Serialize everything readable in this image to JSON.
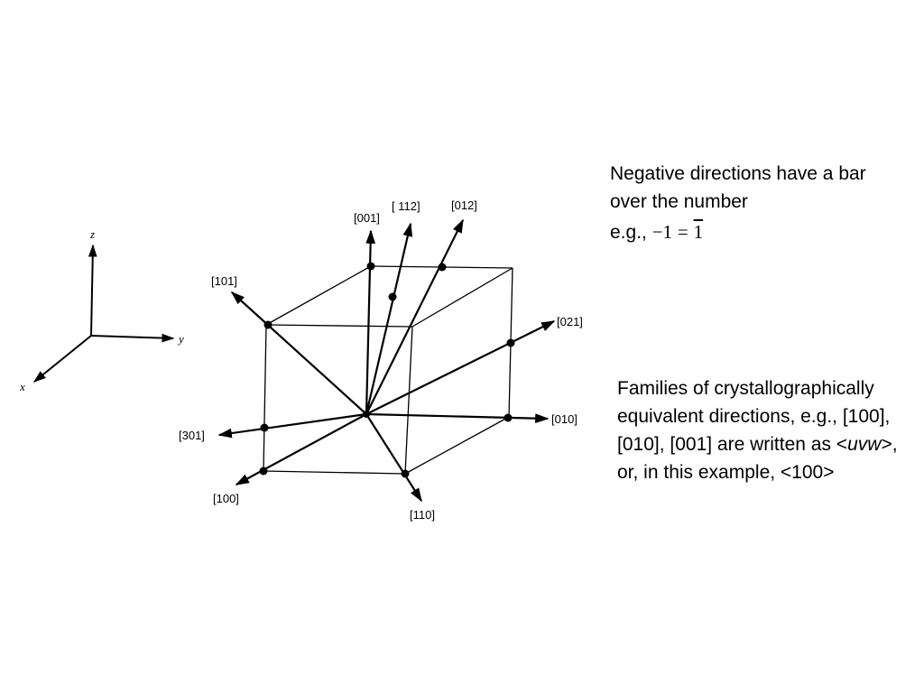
{
  "axes": {
    "x_label": "x",
    "y_label": "y",
    "z_label": "z"
  },
  "directions": [
    {
      "id": "001",
      "label": "[001]"
    },
    {
      "id": "112",
      "label": "[ 112]"
    },
    {
      "id": "012",
      "label": "[012]"
    },
    {
      "id": "101",
      "label": "[101]"
    },
    {
      "id": "021",
      "label": "[021]"
    },
    {
      "id": "010",
      "label": "[010]"
    },
    {
      "id": "301",
      "label": "[301]"
    },
    {
      "id": "100",
      "label": "[100]"
    },
    {
      "id": "110",
      "label": "[110]"
    }
  ],
  "notes": {
    "negative_line1": "Negative directions have a bar over the number",
    "example_prefix": "e.g.,",
    "example_lhs": "−1",
    "example_eq": "=",
    "example_rhs": "1",
    "families_text_a": "Families of crystallographically equivalent directions, e.g., [100], [010], [001] are written as <",
    "families_italic": "uvw",
    "families_text_b": ">, or, in this example, <100>"
  },
  "colors": {
    "ink": "#000000",
    "background": "#ffffff"
  }
}
